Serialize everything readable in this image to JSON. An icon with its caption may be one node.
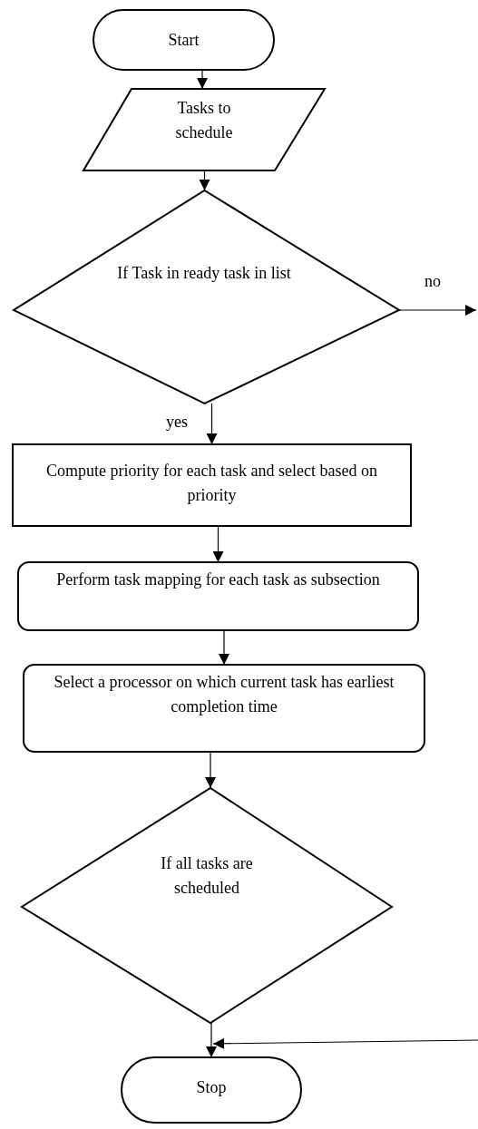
{
  "diagram": {
    "nodes": [
      {
        "text": [
          "Start"
        ]
      },
      {
        "text": [
          "Tasks to schedule"
        ]
      },
      {
        "text": [
          "If Task in ready task in list"
        ]
      },
      {
        "text": [
          "Compute priority for each task and select based on priority"
        ]
      },
      {
        "text": [
          "Perform task mapping for each task as subsection"
        ]
      },
      {
        "text": [
          "Select a processor on which current task has earliest completion time"
        ]
      },
      {
        "text": [
          "If all tasks are scheduled"
        ]
      },
      {
        "text": [
          "Stop"
        ]
      }
    ],
    "edges": [
      {
        "from": 0,
        "to": 1,
        "arrow": "to"
      },
      {
        "from": 1,
        "to": 2,
        "arrow": "to"
      },
      {
        "from": 2,
        "to": null,
        "label": "no",
        "arrow": "to"
      },
      {
        "from": 2,
        "to": 3,
        "label": "yes",
        "arrow": "to"
      },
      {
        "from": 3,
        "to": 4,
        "arrow": "to"
      },
      {
        "from": 4,
        "to": 5,
        "arrow": "to"
      },
      {
        "from": 5,
        "to": 6,
        "arrow": "to"
      },
      {
        "from": 6,
        "to": 7,
        "arrow": "to"
      },
      {
        "from": null,
        "to": 7,
        "arrow": "to"
      }
    ]
  }
}
